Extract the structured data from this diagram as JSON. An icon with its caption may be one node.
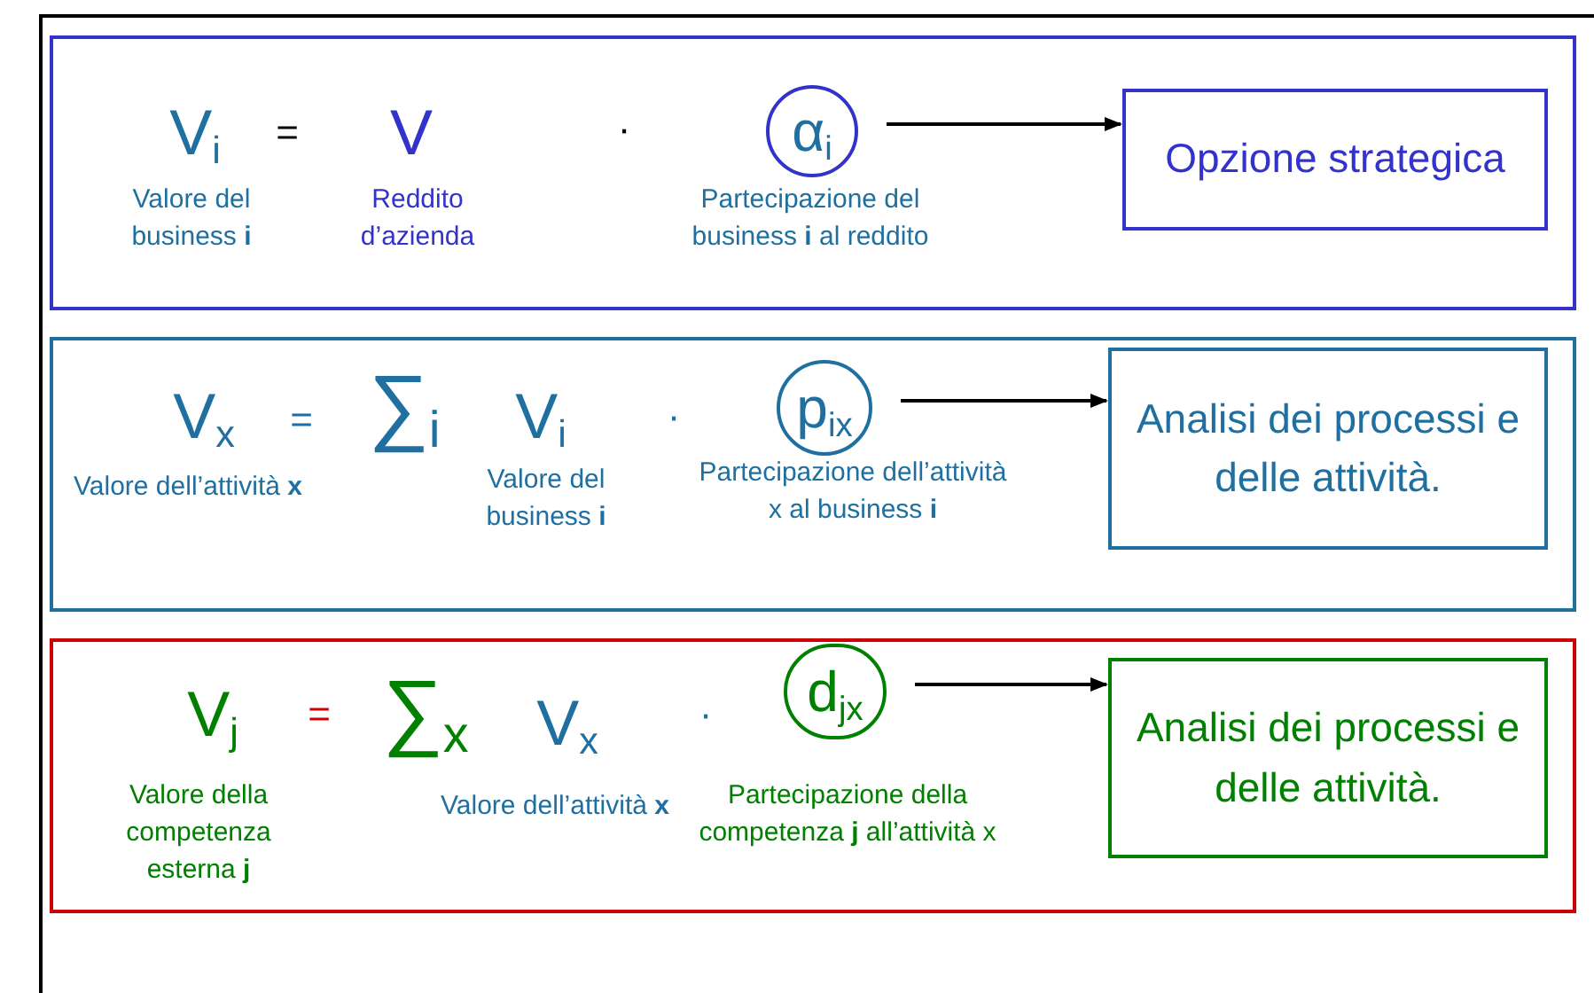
{
  "diagram": {
    "nodes": [
      {
        "text": [],
        "shape": "box"
      },
      {
        "text": [
          "α$_{i}$"
        ],
        "in": 0
      },
      {
        "text": [
          "Opzione strategica"
        ],
        "in": 0
      },
      {
        "text": [],
        "shape": "box"
      },
      {
        "text": [
          "p$_{ix}$"
        ],
        "in": 3
      },
      {
        "text": [
          "Analisi dei processi e delle attività."
        ],
        "in": 3
      },
      {
        "text": [],
        "shape": "box"
      },
      {
        "text": [
          "d$_{jx}$"
        ],
        "in": 6
      },
      {
        "text": [
          "Analisi dei processi e delle attività."
        ],
        "in": 6
      }
    ],
    "edges": [
      {
        "from": 1,
        "to": 2,
        "arrow": "to"
      },
      {
        "from": 4,
        "to": 5,
        "arrow": "to"
      },
      {
        "from": 7,
        "to": 8,
        "arrow": "to"
      }
    ],
    "labels": [
      "V$_{i}$",
      "=",
      "V",
      "·",
      "Valore del business **i**",
      "Reddito d’azienda",
      "Partecipazione del business **i** al reddito",
      "V$_{x}$",
      "=",
      "∑$_{i}$",
      "V$_{i}$",
      "·",
      "Valore dell’attività **x**",
      "Valore del business **i**",
      "Partecipazione dell’attività x al business **i**",
      "V$_{j}$",
      "=",
      "∑$_{x}$",
      "V$_{x}$",
      "·",
      "Valore della competenza esterna **j**",
      "Valore dell’attività **x**",
      "Partecipazione della competenza **j** all’attività x"
    ]
  }
}
